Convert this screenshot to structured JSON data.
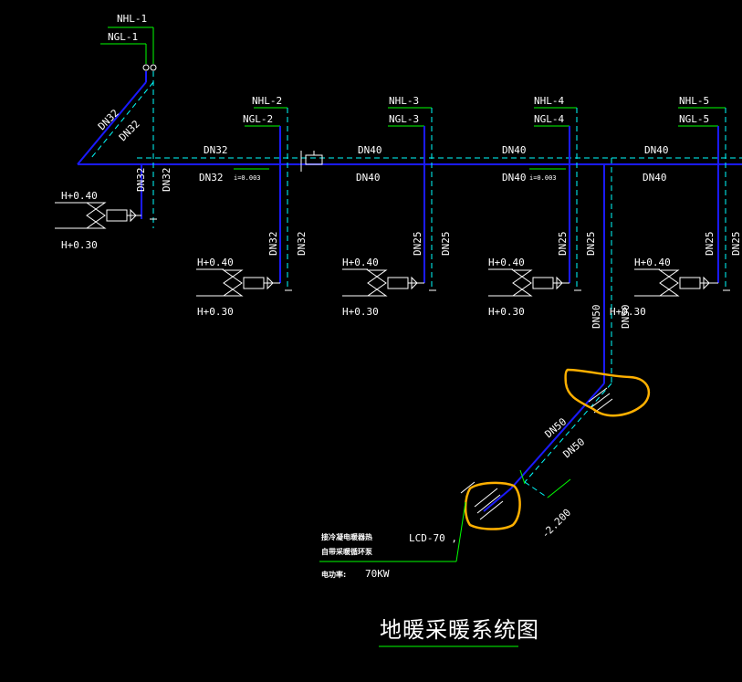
{
  "risers": {
    "r1": {
      "nhl": "NHL-1",
      "ngl": "NGL-1"
    },
    "r2": {
      "nhl": "NHL-2",
      "ngl": "NGL-2"
    },
    "r3": {
      "nhl": "NHL-3",
      "ngl": "NGL-3"
    },
    "r4": {
      "nhl": "NHL-4",
      "ngl": "NGL-4"
    },
    "r5": {
      "nhl": "NHL-5",
      "ngl": "NGL-5"
    }
  },
  "pipe_sizes": {
    "dn25": "DN25",
    "dn32": "DN32",
    "dn40": "DN40",
    "dn50": "DN50"
  },
  "slope": "i=0.003",
  "elevations": {
    "supply": "H+0.40",
    "return": "H+0.30",
    "underground": "-2.200"
  },
  "equipment": {
    "line1": "接冷凝电暖器热",
    "line2": "自带采暖循环泵",
    "line3_label": "电功率:",
    "model": "LCD-70 ,",
    "power": "70KW"
  },
  "title": "地暖采暖系统图",
  "colors": {
    "background": "#000000",
    "supply": "#1a1aff",
    "return": "#00ffff",
    "leader": "#00ff00",
    "text": "#ffffff",
    "highlight": "#ffb000"
  }
}
